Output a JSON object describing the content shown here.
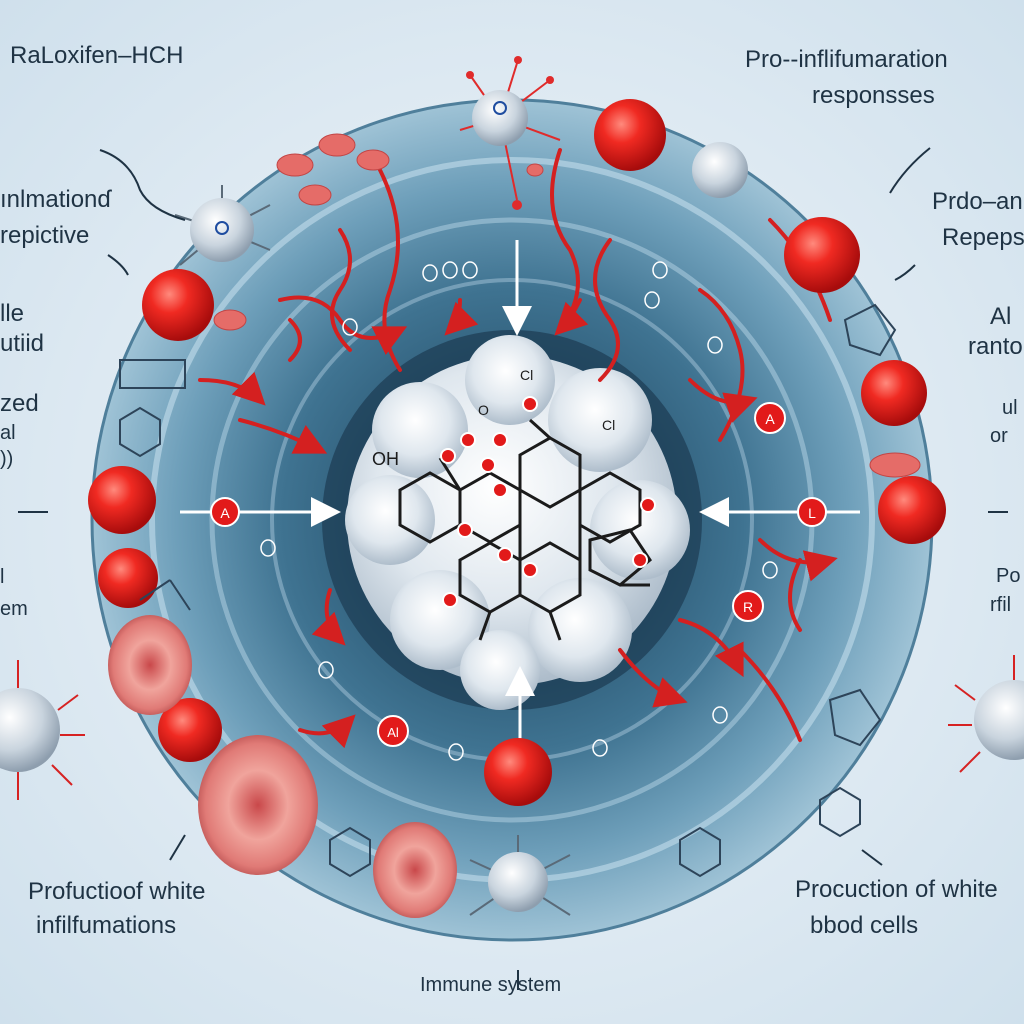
{
  "labels": {
    "top_left": "RaLoxifen–HCH",
    "top_right_line1": "Pro--inflifumaration",
    "top_right_line2": "responsses",
    "left_1_line1": "ınlmationɗ",
    "left_1_line2": "repictive",
    "right_1_line1": "Prdo–ani",
    "right_1_line2": "Repeps",
    "left_2_line1": "lle",
    "left_2_line2": "utiid",
    "right_2_line1": "Al",
    "right_2_line2": "ranto",
    "left_3_line1": "zed",
    "left_3_line2": "al",
    "left_3_line3": "))",
    "right_3_line1": "ul",
    "right_3_line2": "or",
    "left_4_line1": "l",
    "left_4_line2": "em",
    "right_4_line1": "Po",
    "right_4_line2": "rfil",
    "bottom_left_line1": "Profuctioof white",
    "bottom_left_line2": "infilfumations",
    "bottom_right_line1": "Procuction of white",
    "bottom_right_line2": "bbod cells",
    "bottom_center": "Immune system"
  },
  "marker_letters": {
    "left": "A",
    "right": "L",
    "upper_right": "A",
    "lower_right": "R",
    "lower_left": "Al"
  },
  "molecule_labels": {
    "oh": "OH",
    "o": "O",
    "cl": "Cl",
    "ch": "Cl"
  },
  "colors": {
    "ring_outer": "#5f8faa",
    "ring_inner": "#2c5874",
    "red_cell": "#e01b1b",
    "rbc": "#e07f7c",
    "cluster": "#e4ebf1",
    "text": "#1f3344"
  },
  "icons": [
    "virus-icon",
    "red-blood-cell-icon",
    "molecule-icon",
    "arrow-icon"
  ]
}
